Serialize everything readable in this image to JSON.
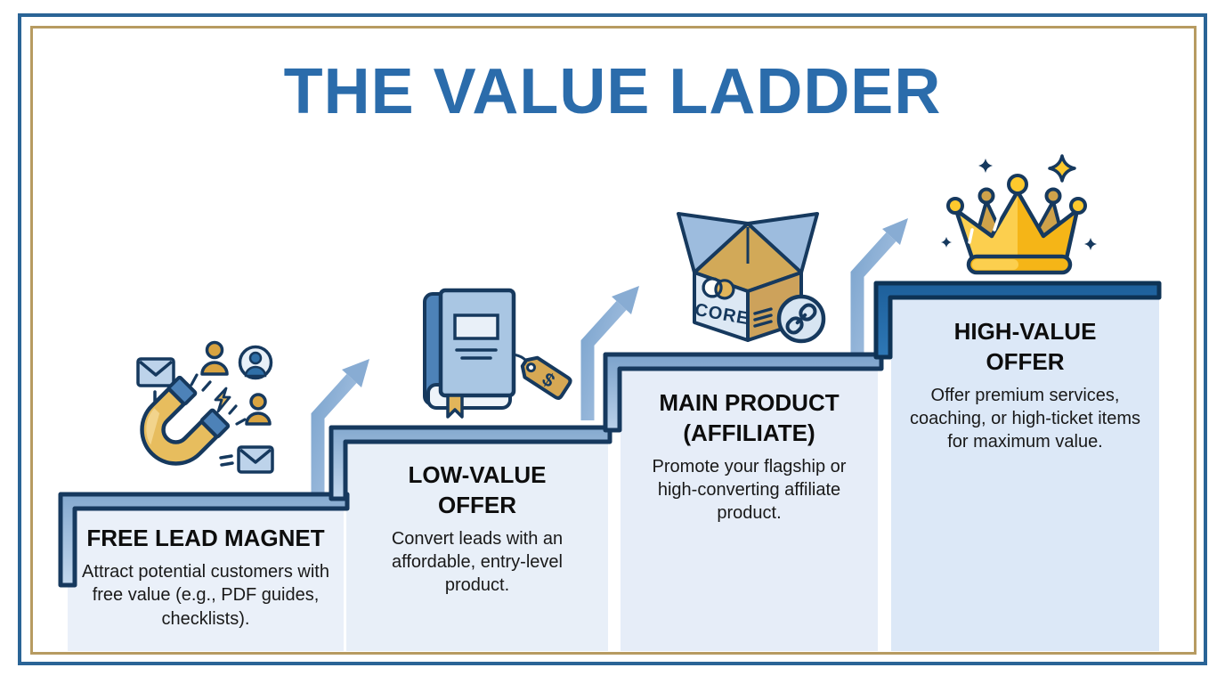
{
  "title": "THE VALUE LADDER",
  "steps": [
    {
      "id": "free-lead-magnet",
      "title": "FREE LEAD MAGNET",
      "description": "Attract potential customers with free value (e.g., PDF guides, checklists).",
      "icon": "magnet-attracting-leads-icon"
    },
    {
      "id": "low-value-offer",
      "title": "LOW-VALUE OFFER",
      "description": "Convert leads with an affordable, entry-level product.",
      "icon": "book-with-price-tag-icon"
    },
    {
      "id": "main-product-affiliate",
      "title": "MAIN PRODUCT (AFFILIATE)",
      "description": "Promote your flagship or high-converting affiliate product.",
      "icon": "open-core-box-icon"
    },
    {
      "id": "high-value-offer",
      "title": "HIGH-VALUE OFFER",
      "description": "Offer premium services, coaching, or high-ticket items for maximum value.",
      "icon": "crown-icon"
    }
  ],
  "icon_labels": {
    "box_label": "CORE",
    "price_tag_symbol": "$"
  },
  "colors": {
    "title_blue": "#2b6cab",
    "border_outer_blue": "#2a6496",
    "border_inner_gold": "#b79b61",
    "outline_navy": "#16395e",
    "step_edge_light": "#a9c6e3",
    "step_edge_dark": "#2268a2",
    "panel_light": "#e9eff8",
    "panel_top": "#dce8f7",
    "arrow_blue": "#94b3d9",
    "gold": "#e2b55a",
    "crown_gold": "#f5b517"
  }
}
